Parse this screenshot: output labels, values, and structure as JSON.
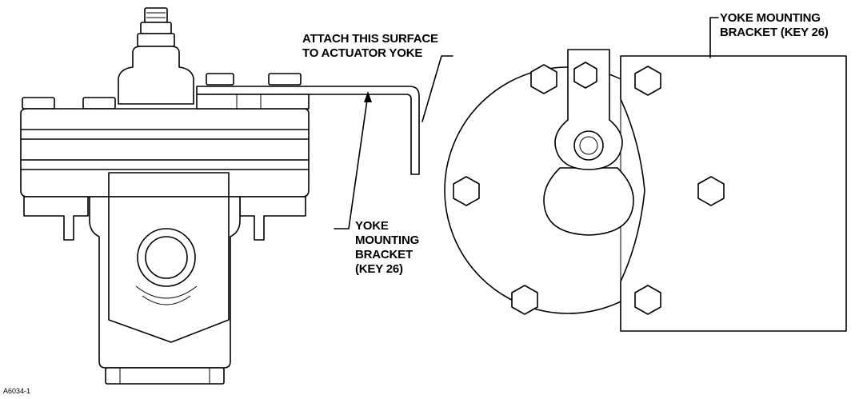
{
  "labels": {
    "attach_line1": "ATTACH THIS SURFACE",
    "attach_line2": "TO ACTUATOR YOKE",
    "side_bracket": [
      "YOKE",
      "MOUNTING",
      "BRACKET",
      "(KEY 26)"
    ],
    "top_bracket": [
      "YOKE MOUNTING",
      "BRACKET (KEY 26)"
    ]
  },
  "figure_ref": "A6034-1"
}
